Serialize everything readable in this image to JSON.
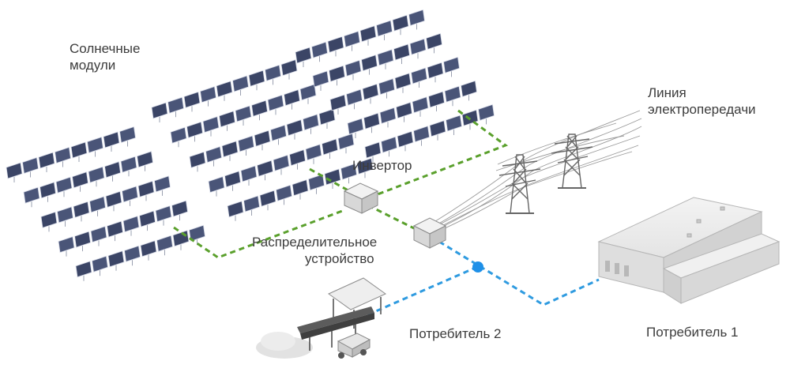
{
  "labels": {
    "solar_modules": [
      "Солнечные",
      "модули"
    ],
    "inverter": "Инвертор",
    "distribution": [
      "Распределительное",
      "устройство"
    ],
    "power_line": [
      "Линия",
      "электропередачи"
    ],
    "consumer_2": "Потребитель 2",
    "consumer_1": "Потребитель 1"
  },
  "colors": {
    "panel": "#4a5578",
    "panel_dark": "#3b4566",
    "dc_line": "#5aa02c",
    "ac_line": "#2f9be0",
    "node": "#1e90e8",
    "tower": "#6b6b6b",
    "building": "#ebebeb"
  }
}
